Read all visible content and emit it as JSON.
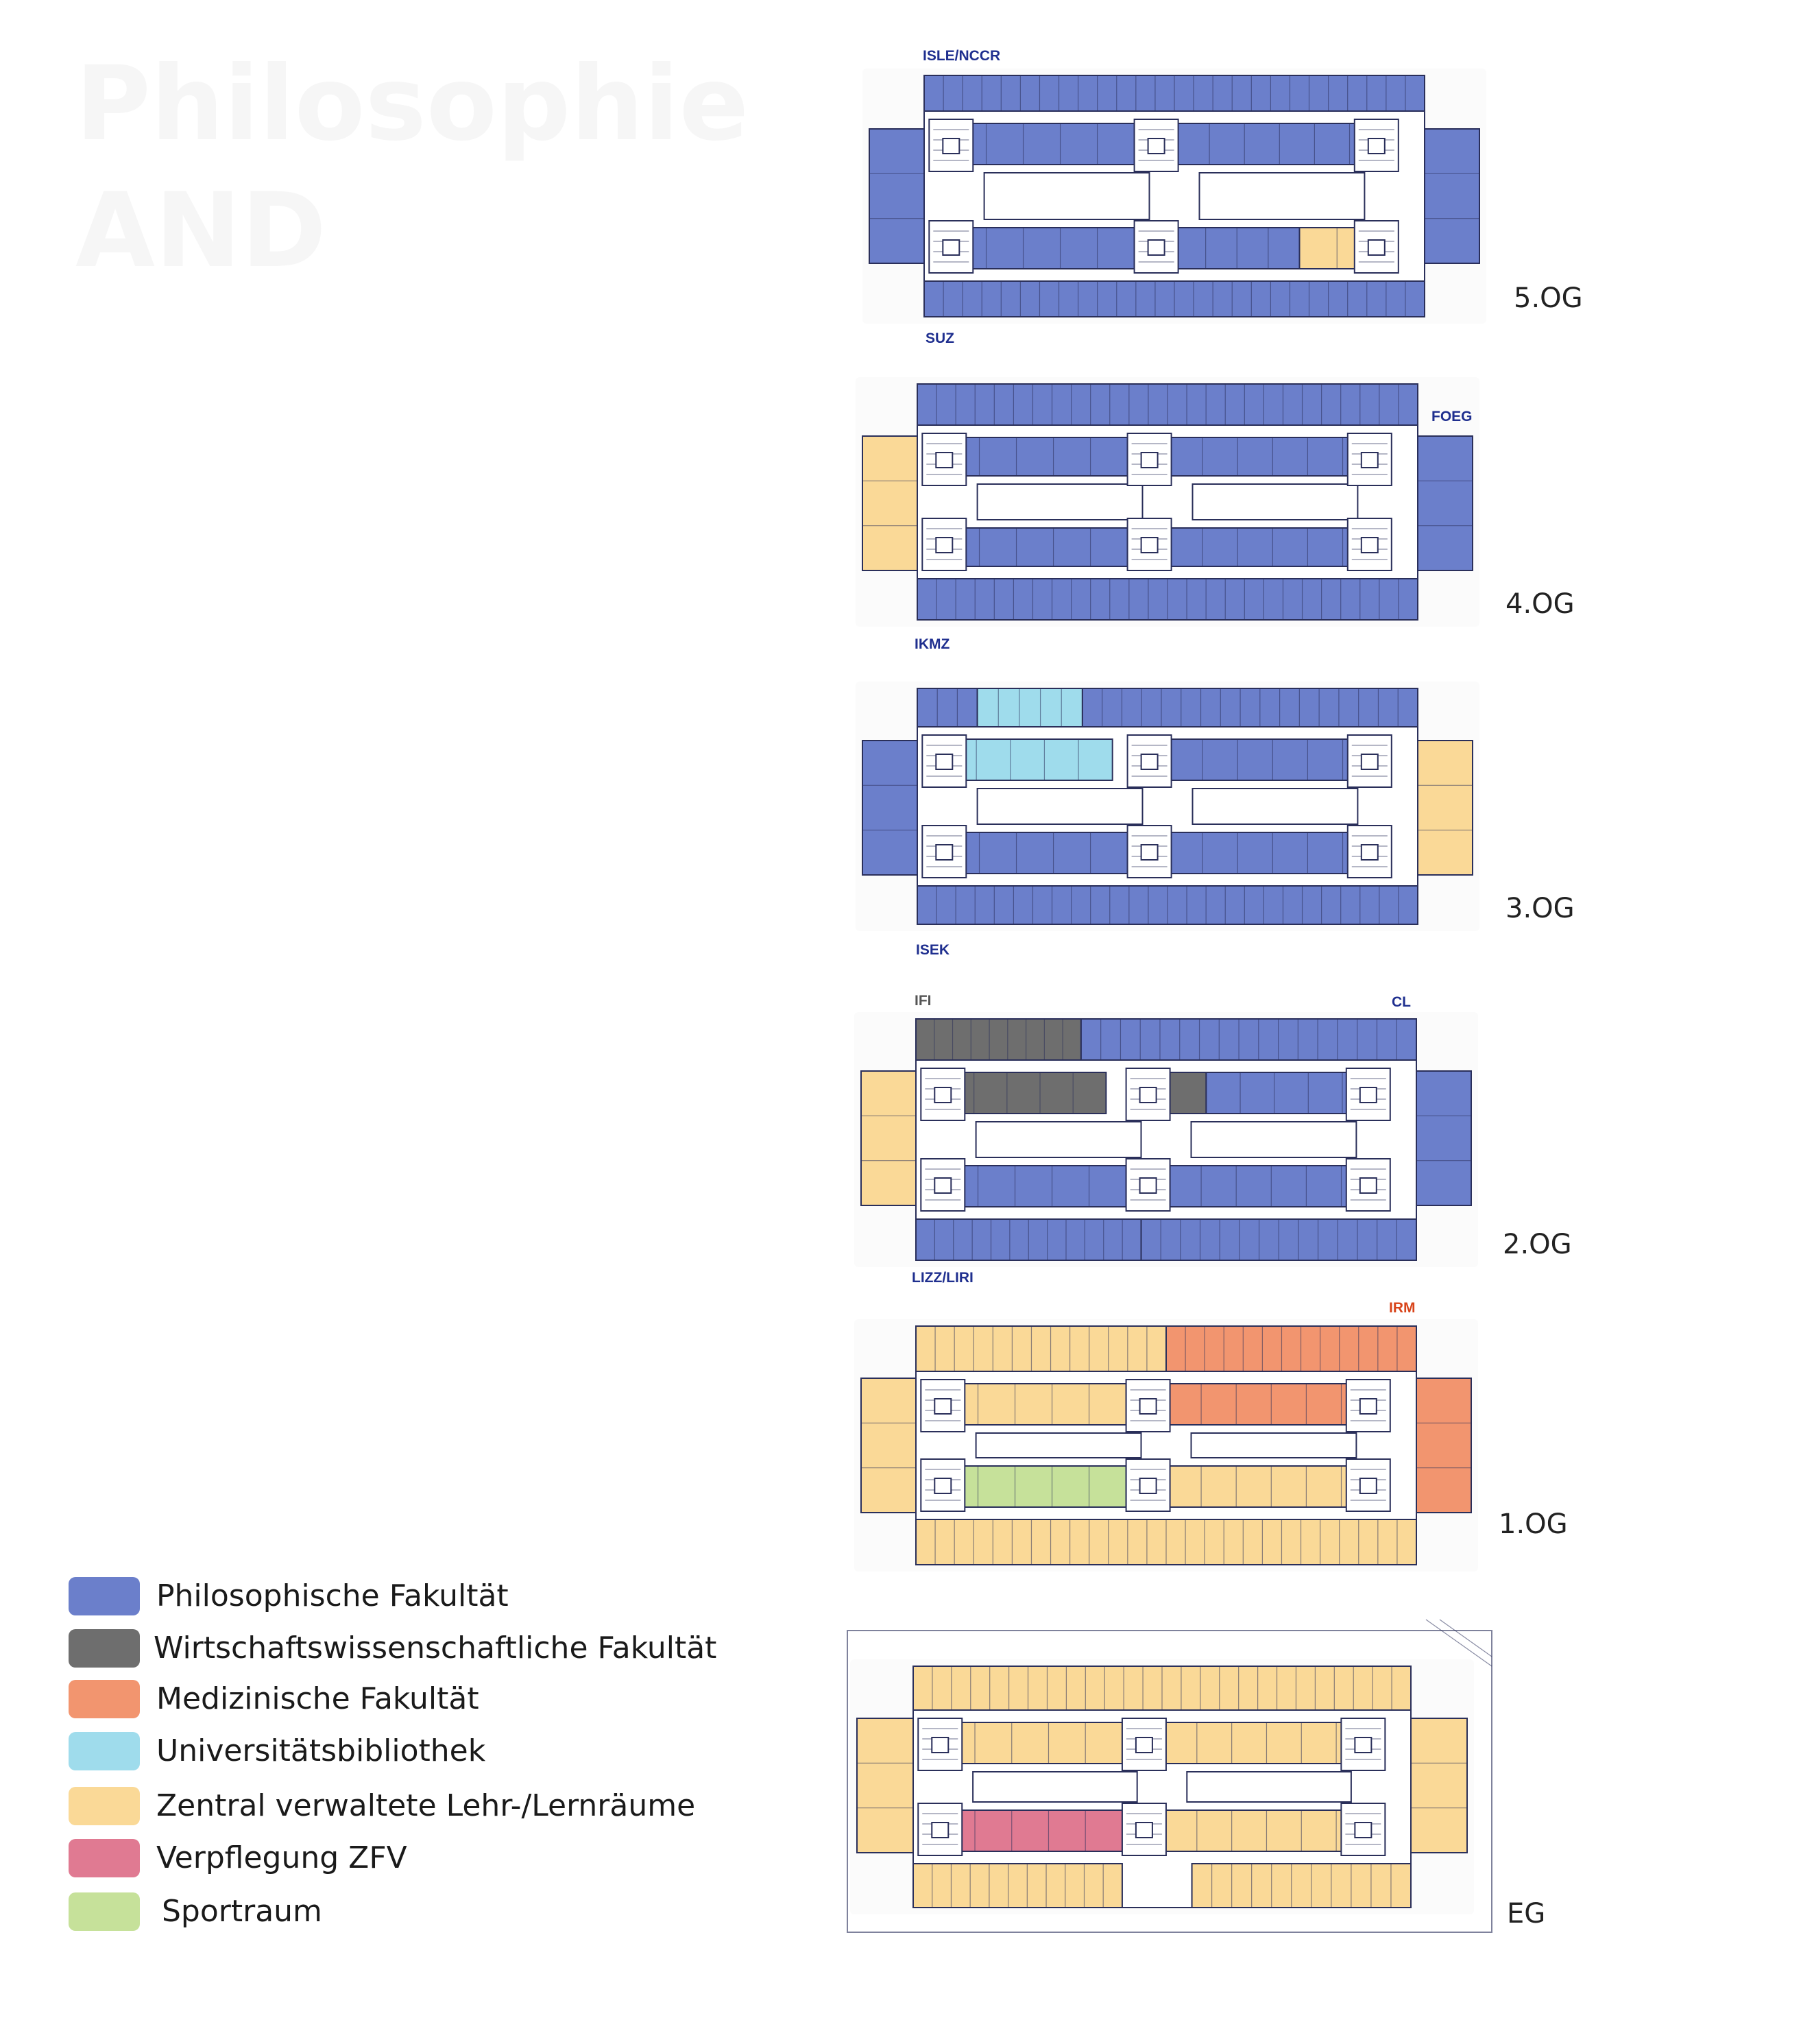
{
  "ghost_title": [
    "Philosophie",
    "AND"
  ],
  "colors": {
    "philosophische": "#6b7fcb",
    "wirtschaft": "#6e6e6e",
    "medizin": "#f2956f",
    "bibliothek": "#9fdcec",
    "zentral": "#fad997",
    "verpflegung": "#e07a92",
    "sport": "#c6e19a",
    "corridor": "#ffffff",
    "lines": "#2a2f5a"
  },
  "floors": [
    {
      "label": "5.OG",
      "top_labels": [
        "ISLE/NCCR"
      ],
      "bottom_labels": [
        "SUZ"
      ],
      "side_labels": []
    },
    {
      "label": "4.OG",
      "top_labels": [],
      "bottom_labels": [
        "IKMZ"
      ],
      "side_labels": [
        "FOEG"
      ]
    },
    {
      "label": "3.OG",
      "top_labels": [],
      "bottom_labels": [
        "ISEK"
      ],
      "side_labels": []
    },
    {
      "label": "2.OG",
      "top_labels": [
        "IFI",
        "CL"
      ],
      "bottom_labels": [
        "LIZZ/LIRI"
      ],
      "side_labels": []
    },
    {
      "label": "1.OG",
      "top_labels": [
        "IRM"
      ],
      "bottom_labels": [],
      "side_labels": []
    },
    {
      "label": "EG",
      "top_labels": [],
      "bottom_labels": [],
      "side_labels": []
    }
  ],
  "legend": [
    {
      "label": "Philosophische Fakultät",
      "color": "#6b7fcb"
    },
    {
      "label": "Wirtschaftswissenschaftliche Fakultät",
      "color": "#6e6e6e"
    },
    {
      "label": "Medizinische Fakultät",
      "color": "#f2956f"
    },
    {
      "label": "Universitätsbibliothek",
      "color": "#9fdcec"
    },
    {
      "label": "Zentral verwaltete Lehr-/Lernräume",
      "color": "#fad997"
    },
    {
      "label": "Verpflegung ZFV",
      "color": "#e07a92"
    },
    {
      "label": "Sportraum",
      "color": "#c6e19a"
    }
  ]
}
